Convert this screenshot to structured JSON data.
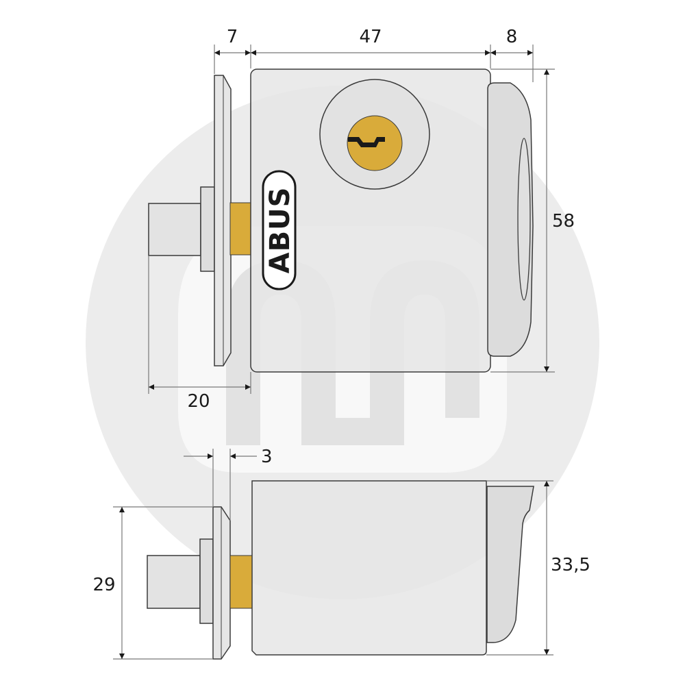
{
  "diagram": {
    "subject": "ABUS rim lock dimension drawing",
    "brand_label": "ABUS",
    "views": {
      "front": {
        "dimensions": {
          "plate_depth": "7",
          "body_width": "47",
          "knob_depth": "8",
          "body_height": "58",
          "spindle_length": "20"
        }
      },
      "top": {
        "dimensions": {
          "plate_thickness": "3",
          "plate_height": "29",
          "body_height": "33,5"
        }
      }
    },
    "colors": {
      "body_fill": "#e6e6e6",
      "knob_fill": "#dcdcdc",
      "outline": "#3a3a3a",
      "brass": "#d9ab3a",
      "dimension_line": "#777777",
      "arrow": "#1a1a1a",
      "watermark_light": "#ececec",
      "watermark_dark": "#dedede"
    }
  }
}
